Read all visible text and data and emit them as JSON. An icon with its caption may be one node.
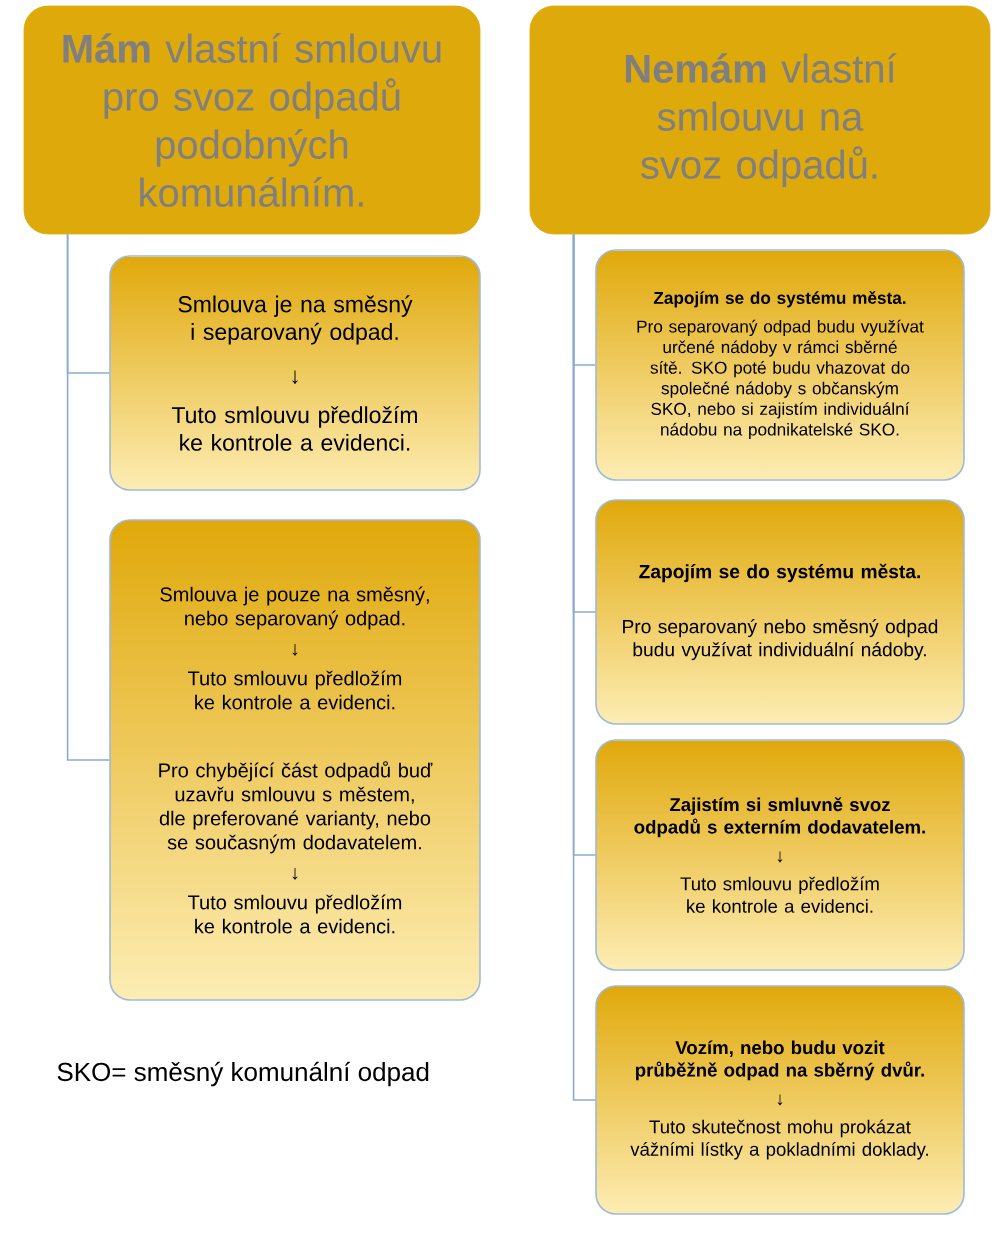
{
  "diagram": {
    "nodes": [
      {
        "text": [
          "**Mám** vlastní smlouvu pro svoz odpadů podobných komunálním."
        ]
      },
      {
        "text": [
          "Smlouva je na směsný i separovaný odpad.",
          "↓",
          "Tuto smlouvu předložím ke kontrole a evidenci."
        ]
      },
      {
        "text": [
          "Smlouva je pouze na směsný, nebo separovaný odpad.",
          "↓",
          "Tuto smlouvu předložím ke kontrole a evidenci.",
          "Pro chybějící část odpadů buď uzavřu smlouvu s městem, dle preferované varianty, nebo se současným dodavatelem.",
          "↓",
          "Tuto smlouvu předložím ke kontrole a evidenci."
        ]
      },
      {
        "text": [
          "**Nemám** vlastní smlouvu na svoz odpadů."
        ]
      },
      {
        "text": [
          "Zapojím se do systému města.",
          "Pro separovaný odpad budu využívat určené nádoby v rámci sběrné sítě. SKO poté budu vhazovat do společné nádoby s občanským SKO, nebo si zajistím individuální nádobu na podnikatelské SKO."
        ]
      },
      {
        "text": [
          "Zapojím se do systému města.",
          "Pro separovaný nebo směsný odpad budu využívat individuální nádoby."
        ]
      },
      {
        "text": [
          "Zajistím si smluvně svoz odpadů s externím dodavatelem.",
          "↓",
          "Tuto smlouvu předložím ke kontrole a evidenci."
        ]
      },
      {
        "text": [
          "Vozím, nebo budu vozit průběžně odpad na sběrný dvůr.",
          "↓",
          "Tuto skutečnost mohu prokázat vážními lístky a pokladními doklady."
        ]
      }
    ],
    "edges": [
      {
        "from": 0,
        "to": 1,
        "arrow": "none"
      },
      {
        "from": 0,
        "to": 2,
        "arrow": "none"
      },
      {
        "from": 3,
        "to": 4,
        "arrow": "none"
      },
      {
        "from": 3,
        "to": 5,
        "arrow": "none"
      },
      {
        "from": 3,
        "to": 6,
        "arrow": "none"
      },
      {
        "from": 3,
        "to": 7,
        "arrow": "none"
      }
    ],
    "labels": [
      "SKO= směsný komunální odpad"
    ]
  }
}
